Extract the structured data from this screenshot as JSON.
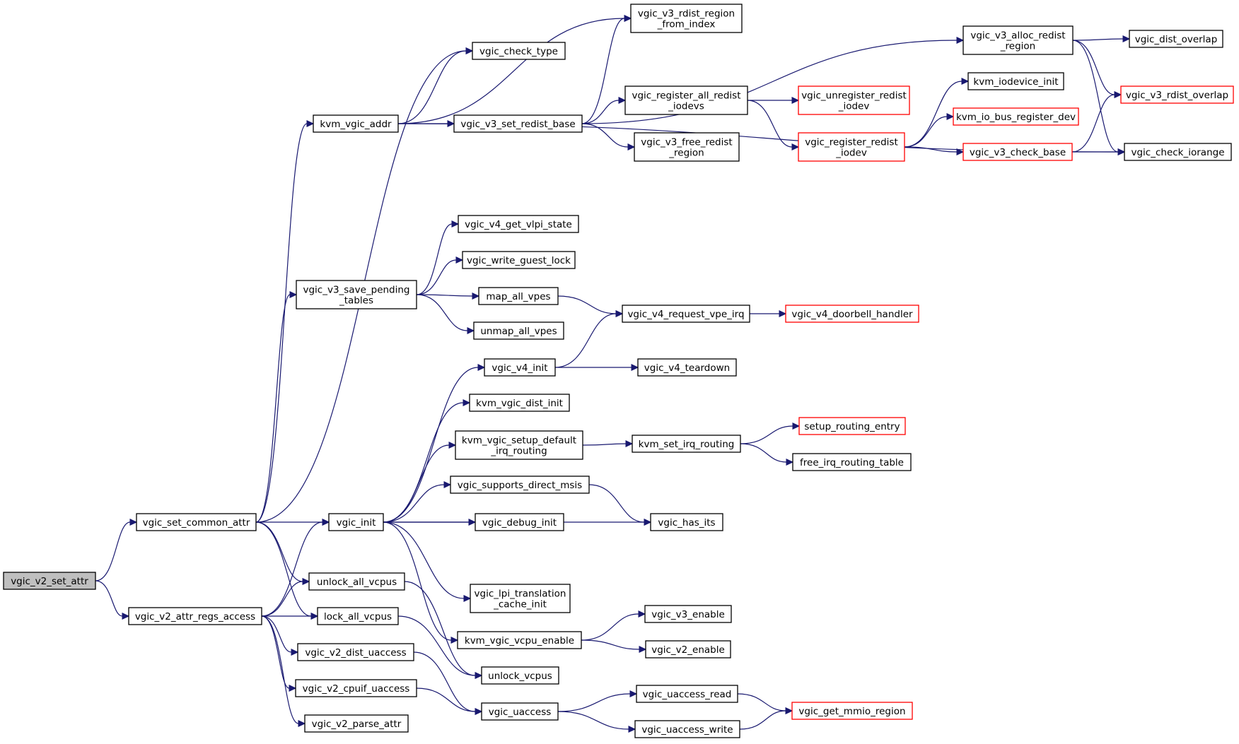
{
  "colors": {
    "edge": "#191970",
    "border_normal": "#000000",
    "border_truncated": "#ff0000",
    "fill_root": "#bfbfbf",
    "fill_normal": "#ffffff"
  },
  "nodes": [
    {
      "id": "n1",
      "lines": [
        "vgic_v2_set_attr"
      ],
      "kind": "root"
    },
    {
      "id": "n2",
      "lines": [
        "vgic_set_common_attr"
      ],
      "kind": "normal"
    },
    {
      "id": "n3",
      "lines": [
        "vgic_v2_attr_regs_access"
      ],
      "kind": "normal"
    },
    {
      "id": "n4",
      "lines": [
        "kvm_vgic_addr"
      ],
      "kind": "normal"
    },
    {
      "id": "n5",
      "lines": [
        "vgic_check_type"
      ],
      "kind": "normal"
    },
    {
      "id": "n6",
      "lines": [
        "vgic_v3_rdist_region",
        "_from_index"
      ],
      "kind": "normal"
    },
    {
      "id": "n7",
      "lines": [
        "vgic_v3_set_redist_base"
      ],
      "kind": "normal"
    },
    {
      "id": "n8",
      "lines": [
        "vgic_v3_alloc_redist",
        "_region"
      ],
      "kind": "normal"
    },
    {
      "id": "n9",
      "lines": [
        "vgic_dist_overlap"
      ],
      "kind": "normal"
    },
    {
      "id": "n10",
      "lines": [
        "vgic_v3_rdist_overlap"
      ],
      "kind": "truncated"
    },
    {
      "id": "n11",
      "lines": [
        "vgic_check_iorange"
      ],
      "kind": "normal"
    },
    {
      "id": "n12",
      "lines": [
        "vgic_register_all_redist",
        "_iodevs"
      ],
      "kind": "normal"
    },
    {
      "id": "n13",
      "lines": [
        "vgic_unregister_redist",
        "_iodev"
      ],
      "kind": "truncated"
    },
    {
      "id": "n14",
      "lines": [
        "vgic_register_redist",
        "_iodev"
      ],
      "kind": "truncated"
    },
    {
      "id": "n15",
      "lines": [
        "kvm_iodevice_init"
      ],
      "kind": "normal"
    },
    {
      "id": "n16",
      "lines": [
        "kvm_io_bus_register_dev"
      ],
      "kind": "truncated"
    },
    {
      "id": "n17",
      "lines": [
        "vgic_v3_check_base"
      ],
      "kind": "truncated"
    },
    {
      "id": "n18",
      "lines": [
        "vgic_v3_free_redist",
        "_region"
      ],
      "kind": "normal"
    },
    {
      "id": "n19",
      "lines": [
        "vgic_v3_save_pending",
        "_tables"
      ],
      "kind": "normal"
    },
    {
      "id": "n20",
      "lines": [
        "vgic_v4_get_vlpi_state"
      ],
      "kind": "normal"
    },
    {
      "id": "n21",
      "lines": [
        "vgic_write_guest_lock"
      ],
      "kind": "normal"
    },
    {
      "id": "n22",
      "lines": [
        "map_all_vpes"
      ],
      "kind": "normal"
    },
    {
      "id": "n23",
      "lines": [
        "unmap_all_vpes"
      ],
      "kind": "normal"
    },
    {
      "id": "n24",
      "lines": [
        "vgic_v4_request_vpe_irq"
      ],
      "kind": "normal"
    },
    {
      "id": "n25",
      "lines": [
        "vgic_v4_doorbell_handler"
      ],
      "kind": "truncated"
    },
    {
      "id": "n26",
      "lines": [
        "vgic_v4_init"
      ],
      "kind": "normal"
    },
    {
      "id": "n27",
      "lines": [
        "vgic_v4_teardown"
      ],
      "kind": "normal"
    },
    {
      "id": "n28",
      "lines": [
        "kvm_vgic_dist_init"
      ],
      "kind": "normal"
    },
    {
      "id": "n29",
      "lines": [
        "kvm_vgic_setup_default",
        "_irq_routing"
      ],
      "kind": "normal"
    },
    {
      "id": "n30",
      "lines": [
        "kvm_set_irq_routing"
      ],
      "kind": "normal"
    },
    {
      "id": "n31",
      "lines": [
        "setup_routing_entry"
      ],
      "kind": "truncated"
    },
    {
      "id": "n32",
      "lines": [
        "free_irq_routing_table"
      ],
      "kind": "normal"
    },
    {
      "id": "n33",
      "lines": [
        "vgic_supports_direct_msis"
      ],
      "kind": "normal"
    },
    {
      "id": "n34",
      "lines": [
        "vgic_init"
      ],
      "kind": "normal"
    },
    {
      "id": "n35",
      "lines": [
        "vgic_debug_init"
      ],
      "kind": "normal"
    },
    {
      "id": "n36",
      "lines": [
        "vgic_has_its"
      ],
      "kind": "normal"
    },
    {
      "id": "n37",
      "lines": [
        "unlock_all_vcpus"
      ],
      "kind": "normal"
    },
    {
      "id": "n38",
      "lines": [
        "lock_all_vcpus"
      ],
      "kind": "normal"
    },
    {
      "id": "n39",
      "lines": [
        "vgic_lpi_translation",
        "_cache_init"
      ],
      "kind": "normal"
    },
    {
      "id": "n40",
      "lines": [
        "kvm_vgic_vcpu_enable"
      ],
      "kind": "normal"
    },
    {
      "id": "n41",
      "lines": [
        "vgic_v3_enable"
      ],
      "kind": "normal"
    },
    {
      "id": "n42",
      "lines": [
        "vgic_v2_enable"
      ],
      "kind": "normal"
    },
    {
      "id": "n43",
      "lines": [
        "vgic_v2_dist_uaccess"
      ],
      "kind": "normal"
    },
    {
      "id": "n44",
      "lines": [
        "unlock_vcpus"
      ],
      "kind": "normal"
    },
    {
      "id": "n45",
      "lines": [
        "vgic_v2_cpuif_uaccess"
      ],
      "kind": "normal"
    },
    {
      "id": "n46",
      "lines": [
        "vgic_uaccess"
      ],
      "kind": "normal"
    },
    {
      "id": "n47",
      "lines": [
        "vgic_uaccess_read"
      ],
      "kind": "normal"
    },
    {
      "id": "n48",
      "lines": [
        "vgic_get_mmio_region"
      ],
      "kind": "truncated"
    },
    {
      "id": "n49",
      "lines": [
        "vgic_v2_parse_attr"
      ],
      "kind": "normal"
    },
    {
      "id": "n50",
      "lines": [
        "vgic_uaccess_write"
      ],
      "kind": "normal"
    }
  ],
  "edges": [
    {
      "from": "n1",
      "to": "n2"
    },
    {
      "from": "n1",
      "to": "n3"
    },
    {
      "from": "n2",
      "to": "n5"
    },
    {
      "from": "n2",
      "to": "n4"
    },
    {
      "from": "n2",
      "to": "n19"
    },
    {
      "from": "n2",
      "to": "n34"
    },
    {
      "from": "n2",
      "to": "n37"
    },
    {
      "from": "n2",
      "to": "n38"
    },
    {
      "from": "n3",
      "to": "n34"
    },
    {
      "from": "n3",
      "to": "n37"
    },
    {
      "from": "n3",
      "to": "n38"
    },
    {
      "from": "n3",
      "to": "n43"
    },
    {
      "from": "n3",
      "to": "n45"
    },
    {
      "from": "n3",
      "to": "n49"
    },
    {
      "from": "n4",
      "to": "n5"
    },
    {
      "from": "n4",
      "to": "n6"
    },
    {
      "from": "n4",
      "to": "n7"
    },
    {
      "from": "n4",
      "to": "n11"
    },
    {
      "from": "n7",
      "to": "n6"
    },
    {
      "from": "n7",
      "to": "n8"
    },
    {
      "from": "n7",
      "to": "n12"
    },
    {
      "from": "n7",
      "to": "n18"
    },
    {
      "from": "n8",
      "to": "n9"
    },
    {
      "from": "n8",
      "to": "n10"
    },
    {
      "from": "n8",
      "to": "n11"
    },
    {
      "from": "n12",
      "to": "n13"
    },
    {
      "from": "n12",
      "to": "n14"
    },
    {
      "from": "n14",
      "to": "n15"
    },
    {
      "from": "n14",
      "to": "n16"
    },
    {
      "from": "n14",
      "to": "n17"
    },
    {
      "from": "n17",
      "to": "n10"
    },
    {
      "from": "n17",
      "to": "n11"
    },
    {
      "from": "n19",
      "to": "n20"
    },
    {
      "from": "n19",
      "to": "n21"
    },
    {
      "from": "n19",
      "to": "n22"
    },
    {
      "from": "n19",
      "to": "n23"
    },
    {
      "from": "n22",
      "to": "n24"
    },
    {
      "from": "n24",
      "to": "n25"
    },
    {
      "from": "n26",
      "to": "n24"
    },
    {
      "from": "n26",
      "to": "n27"
    },
    {
      "from": "n29",
      "to": "n30"
    },
    {
      "from": "n30",
      "to": "n31"
    },
    {
      "from": "n30",
      "to": "n32"
    },
    {
      "from": "n33",
      "to": "n36"
    },
    {
      "from": "n34",
      "to": "n26"
    },
    {
      "from": "n34",
      "to": "n28"
    },
    {
      "from": "n34",
      "to": "n29"
    },
    {
      "from": "n34",
      "to": "n33"
    },
    {
      "from": "n34",
      "to": "n35"
    },
    {
      "from": "n34",
      "to": "n36"
    },
    {
      "from": "n34",
      "to": "n39"
    },
    {
      "from": "n34",
      "to": "n40"
    },
    {
      "from": "n37",
      "to": "n44"
    },
    {
      "from": "n38",
      "to": "n44"
    },
    {
      "from": "n40",
      "to": "n41"
    },
    {
      "from": "n40",
      "to": "n42"
    },
    {
      "from": "n43",
      "to": "n46"
    },
    {
      "from": "n45",
      "to": "n46"
    },
    {
      "from": "n46",
      "to": "n47"
    },
    {
      "from": "n46",
      "to": "n50"
    },
    {
      "from": "n47",
      "to": "n48"
    },
    {
      "from": "n50",
      "to": "n48"
    }
  ]
}
